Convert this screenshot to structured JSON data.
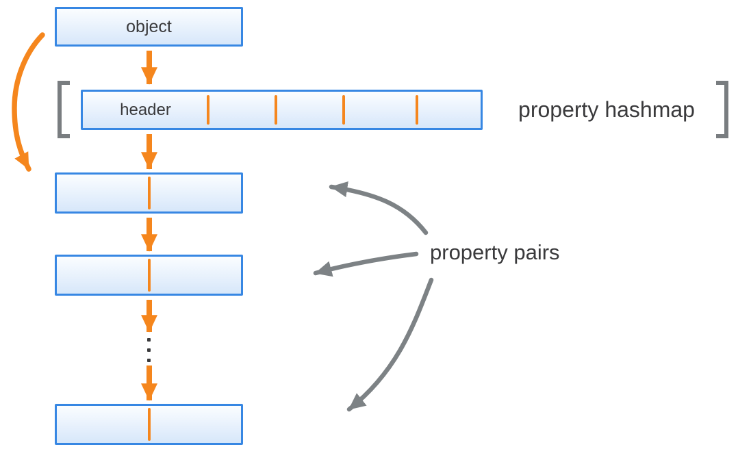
{
  "nodes": {
    "object_label": "object",
    "header_label": "header",
    "hashmap_caption": "property hashmap",
    "pairs_caption": "property pairs"
  },
  "hashmap": {
    "cell_count": 5,
    "divider_count": 4
  },
  "pair_boxes": {
    "count": 3,
    "has_center_divider": true,
    "continuation_between_second_and_third": true
  },
  "icons": {
    "flow_arrow": "orange-down-arrow",
    "object_to_pairs_arrow": "orange-curved-arrow",
    "pairs_pointer_arrow": "gray-curved-arrow",
    "continuation": "vertical-ellipsis-dots",
    "hashmap_brackets": "square-brackets"
  },
  "colors": {
    "accent_orange": "#f5861d",
    "box_border_blue": "#3787e3",
    "box_fill_top": "#fbfdff",
    "box_fill_bottom": "#d7e7fa",
    "bracket_gray": "#797d80",
    "arrow_gray": "#7d8285",
    "text_dark": "#3a3a3c",
    "background": "#ffffff"
  }
}
